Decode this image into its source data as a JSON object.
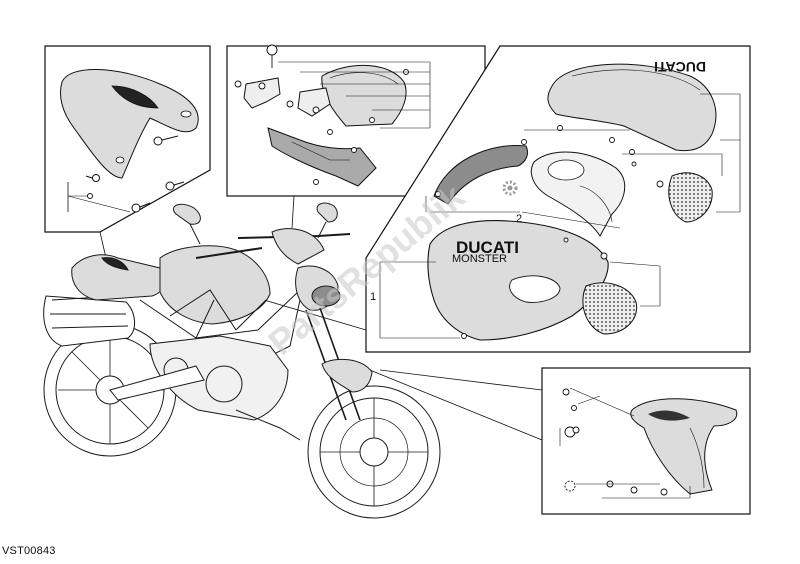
{
  "reference_code": "VST00843",
  "brand": {
    "name": "DUCATI",
    "model": "MONSTER"
  },
  "callouts": [
    "1",
    "2"
  ],
  "watermark": "PartsRepublik",
  "colors": {
    "line": "#1a1a1a",
    "part_fill": "#dcdcdc",
    "part_fill_dark": "#8c8c8c",
    "panel_bg": "#ffffff"
  }
}
